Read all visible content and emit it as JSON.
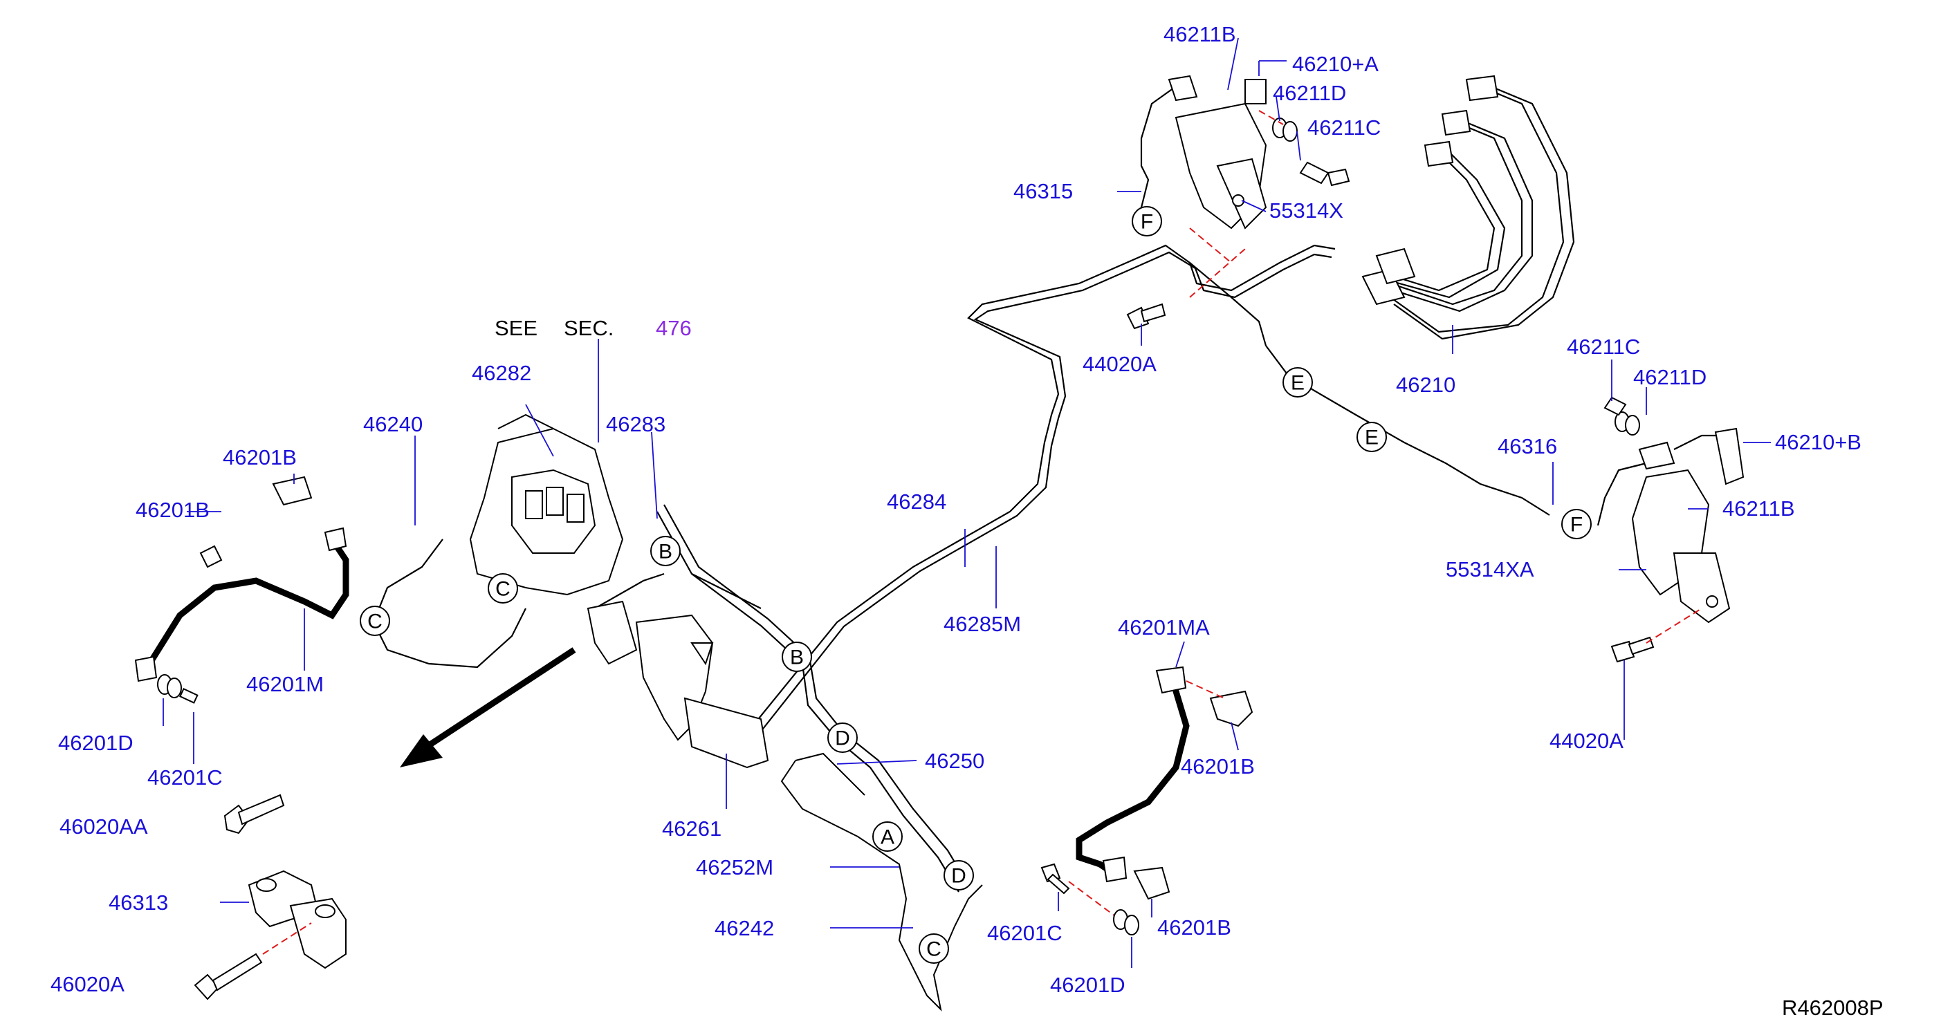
{
  "colors": {
    "part_label": "#1a10d8",
    "callout": "#000000",
    "section_ref": "#8a2be2",
    "guide_line": "#e01818"
  },
  "note": {
    "see": "SEE",
    "sec": "SEC.",
    "section": "476"
  },
  "drawing_number": "R462008P",
  "parts": {
    "p46211B_top": "46211B",
    "p46210A": "46210+A",
    "p46211D_top": "46211D",
    "p46211C_top": "46211C",
    "p46315": "46315",
    "p55314X": "55314X",
    "p44020A_top": "44020A",
    "p46210": "46210",
    "p46211C_right": "46211C",
    "p46211D_right": "46211D",
    "p46316": "46316",
    "p46210B": "46210+B",
    "p46211B_right": "46211B",
    "p55314XA": "55314XA",
    "p44020A_right": "44020A",
    "p46282": "46282",
    "p46240": "46240",
    "p46283": "46283",
    "p46201B_left": "46201B",
    "p46201B_left2": "46201B",
    "p46284": "46284",
    "p46285M": "46285M",
    "p46201M": "46201M",
    "p46201D_left": "46201D",
    "p46201C_left": "46201C",
    "p46020AA": "46020AA",
    "p46313": "46313",
    "p46020A": "46020A",
    "p46261": "46261",
    "p46250": "46250",
    "p46252M": "46252M",
    "p46242": "46242",
    "p46201MA": "46201MA",
    "p46201B_mid": "46201B",
    "p46201C_mid": "46201C",
    "p46201B_mid2": "46201B",
    "p46201D_mid": "46201D"
  },
  "callouts": {
    "A": "A",
    "B": "B",
    "C": "C",
    "D": "D",
    "E": "E",
    "F": "F"
  },
  "icons": [
    "brake-hose-icon",
    "bolt-icon",
    "clip-icon",
    "washer-icon",
    "bracket-icon",
    "abs-actuator-icon",
    "front-arrow-icon"
  ]
}
